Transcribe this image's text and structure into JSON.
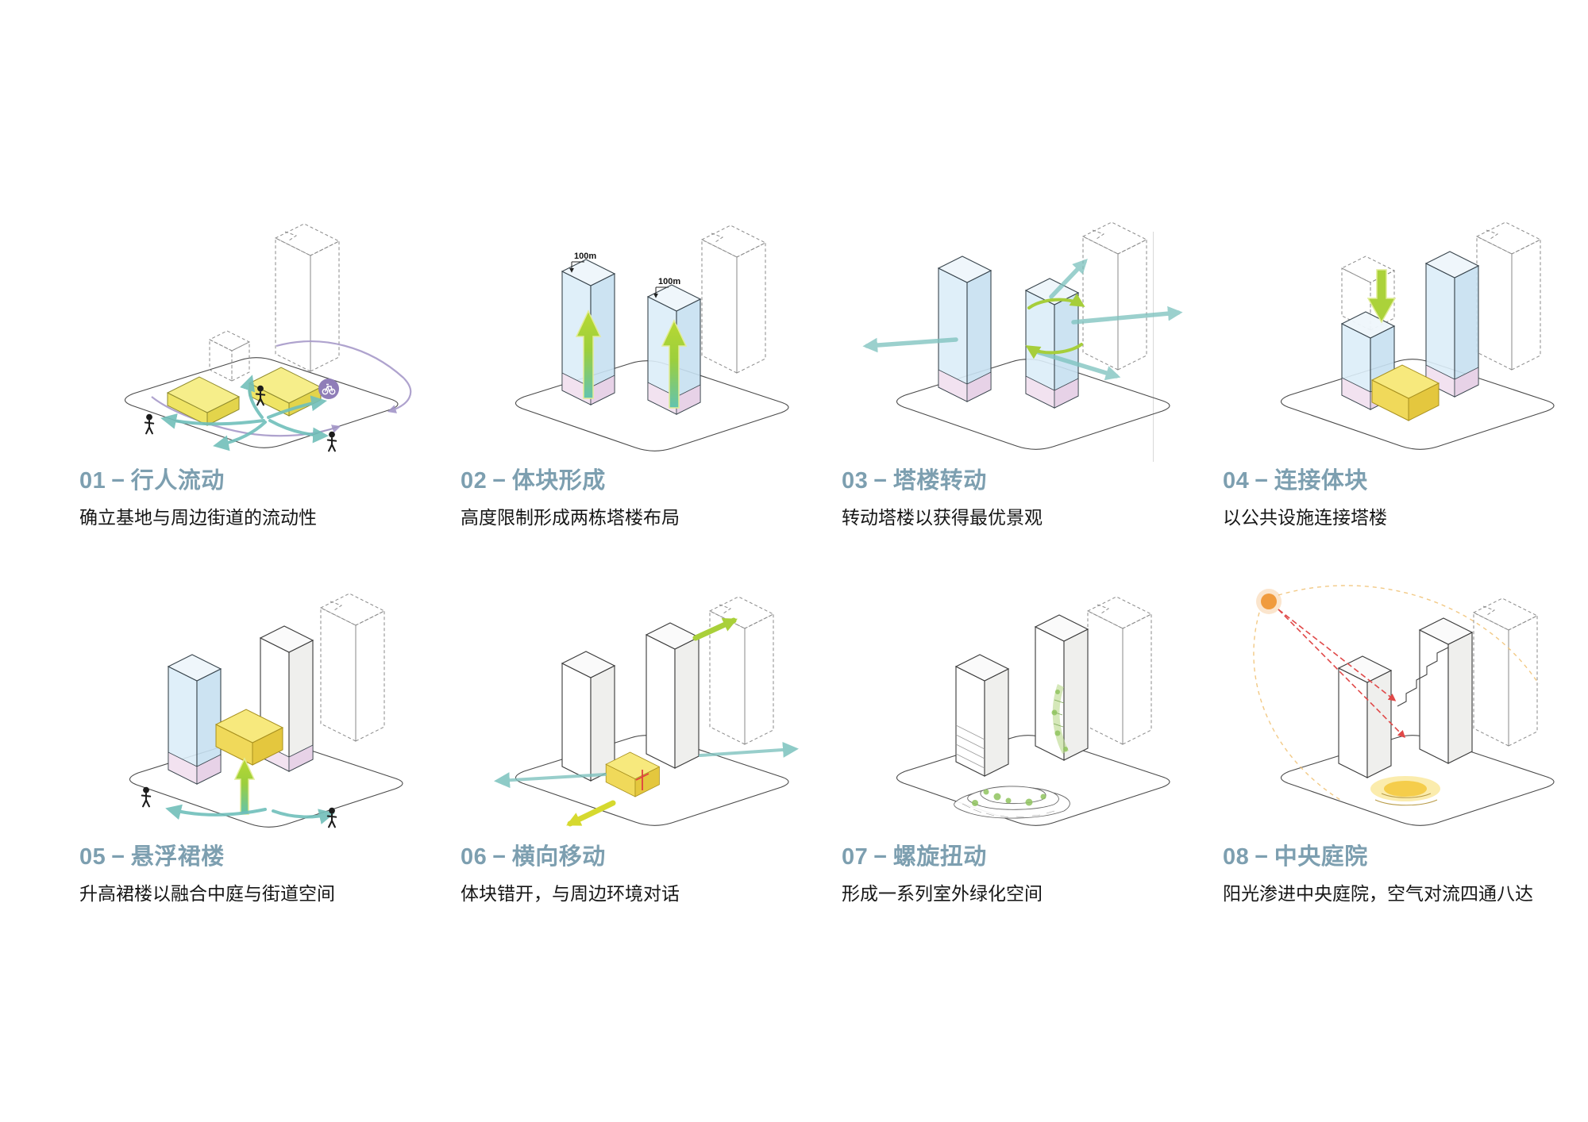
{
  "page": {
    "background": "#ffffff"
  },
  "style": {
    "title_color": "#7d9fb0",
    "description_color": "#161616",
    "divider_color": "#d9d9d9",
    "accent_green": "#a6ce3b",
    "accent_teal": "#72bfba",
    "accent_purple": "#8f7db8",
    "tower_blue": "#cfe4f3",
    "base_pink": "#efdfee",
    "podium_yellow": "#f0d95a",
    "slab_yellow": "#f2e97c",
    "sun_orange": "#f09b3e",
    "ray_red": "#e04848"
  },
  "title_separator": "−",
  "steps": [
    {
      "number": "01",
      "title": "行人流动",
      "description": "确立基地与周边街道的流动性"
    },
    {
      "number": "02",
      "title": "体块形成",
      "description": "高度限制形成两栋塔楼布局",
      "annotations": [
        "100m",
        "100m"
      ]
    },
    {
      "number": "03",
      "title": "塔楼转动",
      "description": "转动塔楼以获得最优景观"
    },
    {
      "number": "04",
      "title": "连接体块",
      "description": "以公共设施连接塔楼"
    },
    {
      "number": "05",
      "title": "悬浮裙楼",
      "description": "升高裙楼以融合中庭与街道空间"
    },
    {
      "number": "06",
      "title": "横向移动",
      "description": "体块错开，与周边环境对话"
    },
    {
      "number": "07",
      "title": "螺旋扭动",
      "description": "形成一系列室外绿化空间"
    },
    {
      "number": "08",
      "title": "中央庭院",
      "description": "阳光渗进中央庭院，空气对流四通八达"
    }
  ]
}
